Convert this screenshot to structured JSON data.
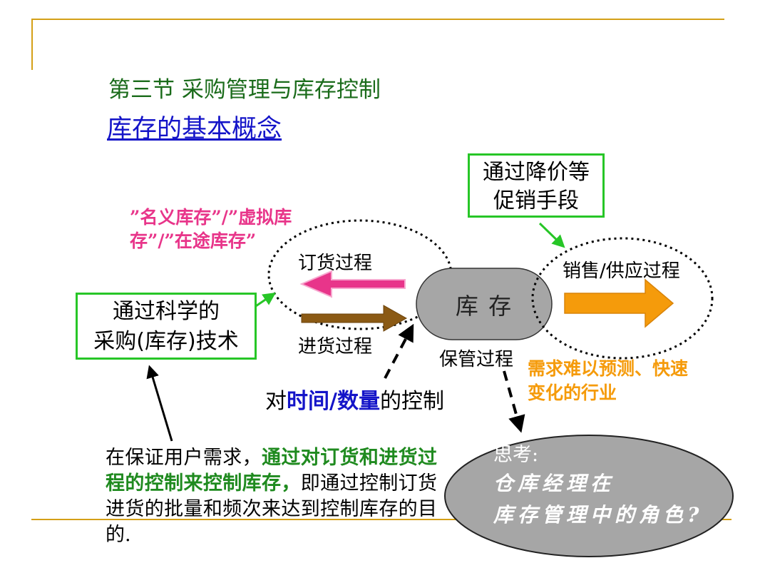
{
  "title": {
    "line1": "第三节 采购管理与库存控制",
    "line2": "库存的基本概念"
  },
  "promo_box": {
    "line1": "通过降价等",
    "line2": "促销手段"
  },
  "nominal_inventory": {
    "line1": "”名义库存”/”虚拟库",
    "line2": "存”/”在途库存”"
  },
  "procure_box": {
    "line1": "通过科学的",
    "line2": "采购(库存)技术"
  },
  "process_labels": {
    "ordering": "订货过程",
    "receiving": "进货过程",
    "sales": "销售/供应过程",
    "custody": "保管过程"
  },
  "inventory_label": "库 存",
  "control": {
    "prefix": "对",
    "highlight": "时间/数量",
    "suffix": "的控制"
  },
  "demand_note": {
    "line1": "需求难以预测、快速",
    "line2": "变化的行业"
  },
  "bottom_text": {
    "part1": "在保证用户需求，",
    "part2": "通过对订货和进货过程的控制来控制库存，",
    "part3": "即通过控制订货进货的批量和频次来达到控制库存的目的."
  },
  "think": {
    "heading": "思考:",
    "line1": "仓库经理在",
    "line2": "库存管理中的角色?"
  },
  "colors": {
    "title_green": "#1a6b1a",
    "title_blue": "#1414c8",
    "box_green": "#27c627",
    "pink": "#e8358a",
    "orange": "#f59b0b",
    "brown": "#8b5a14",
    "gold_rule": "#d4a017",
    "inventory_gray": "#a6a6a6"
  }
}
